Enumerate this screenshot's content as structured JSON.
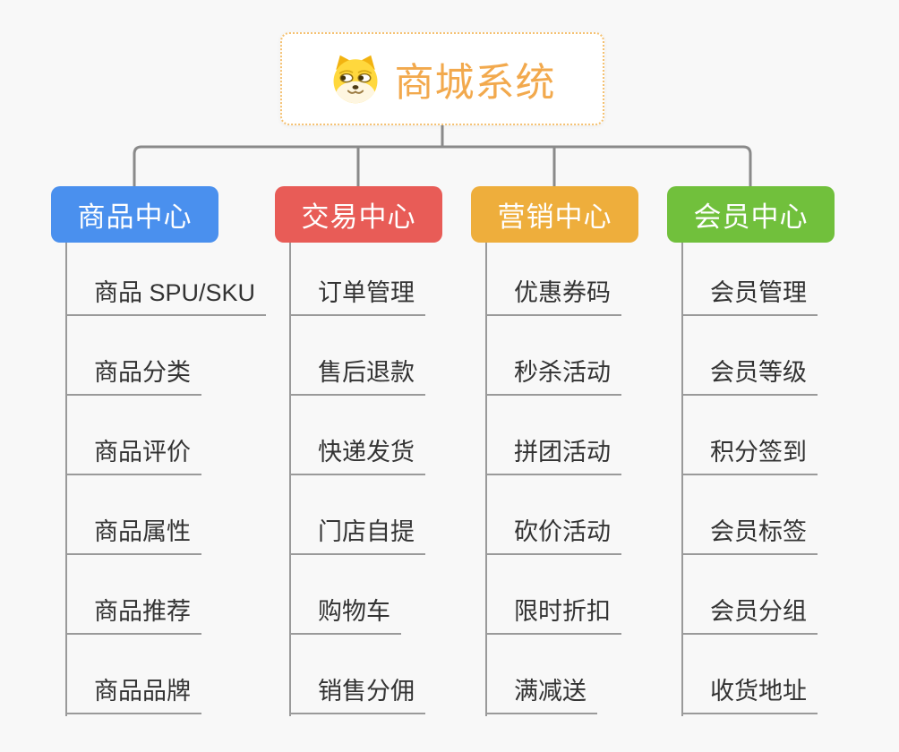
{
  "root": {
    "title": "商城系统",
    "icon": "doge-face-icon"
  },
  "branches": [
    {
      "label": "商品中心",
      "color": "#4a90ee",
      "children": [
        "商品 SPU/SKU",
        "商品分类",
        "商品评价",
        "商品属性",
        "商品推荐",
        "商品品牌"
      ]
    },
    {
      "label": "交易中心",
      "color": "#e85c57",
      "children": [
        "订单管理",
        "售后退款",
        "快递发货",
        "门店自提",
        "购物车",
        "销售分佣"
      ]
    },
    {
      "label": "营销中心",
      "color": "#eeae3c",
      "children": [
        "优惠券码",
        "秒杀活动",
        "拼团活动",
        "砍价活动",
        "限时折扣",
        "满减送"
      ]
    },
    {
      "label": "会员中心",
      "color": "#71c03c",
      "children": [
        "会员管理",
        "会员等级",
        "积分签到",
        "会员标签",
        "会员分组",
        "收货地址"
      ]
    }
  ],
  "colors": {
    "background": "#f8f8f8",
    "connector": "#8a8a8a",
    "child_line": "#9a9a9a",
    "child_text": "#333333",
    "root_border": "#f5c171",
    "root_text": "#f2a94d",
    "root_bg": "#ffffff",
    "branch_text": "#ffffff"
  }
}
